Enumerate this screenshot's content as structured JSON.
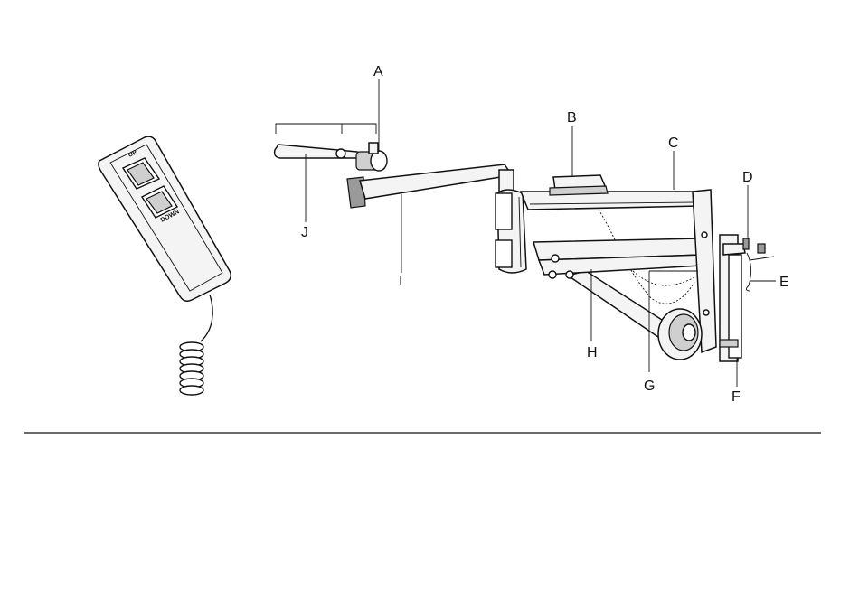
{
  "diagram": {
    "callouts": {
      "A": "A",
      "B": "B",
      "C": "C",
      "D": "D",
      "E": "E",
      "F": "F",
      "G": "G",
      "H": "H",
      "I": "I",
      "J": "J"
    },
    "remote": {
      "up_label": "UP",
      "down_label": "DOWN"
    }
  }
}
